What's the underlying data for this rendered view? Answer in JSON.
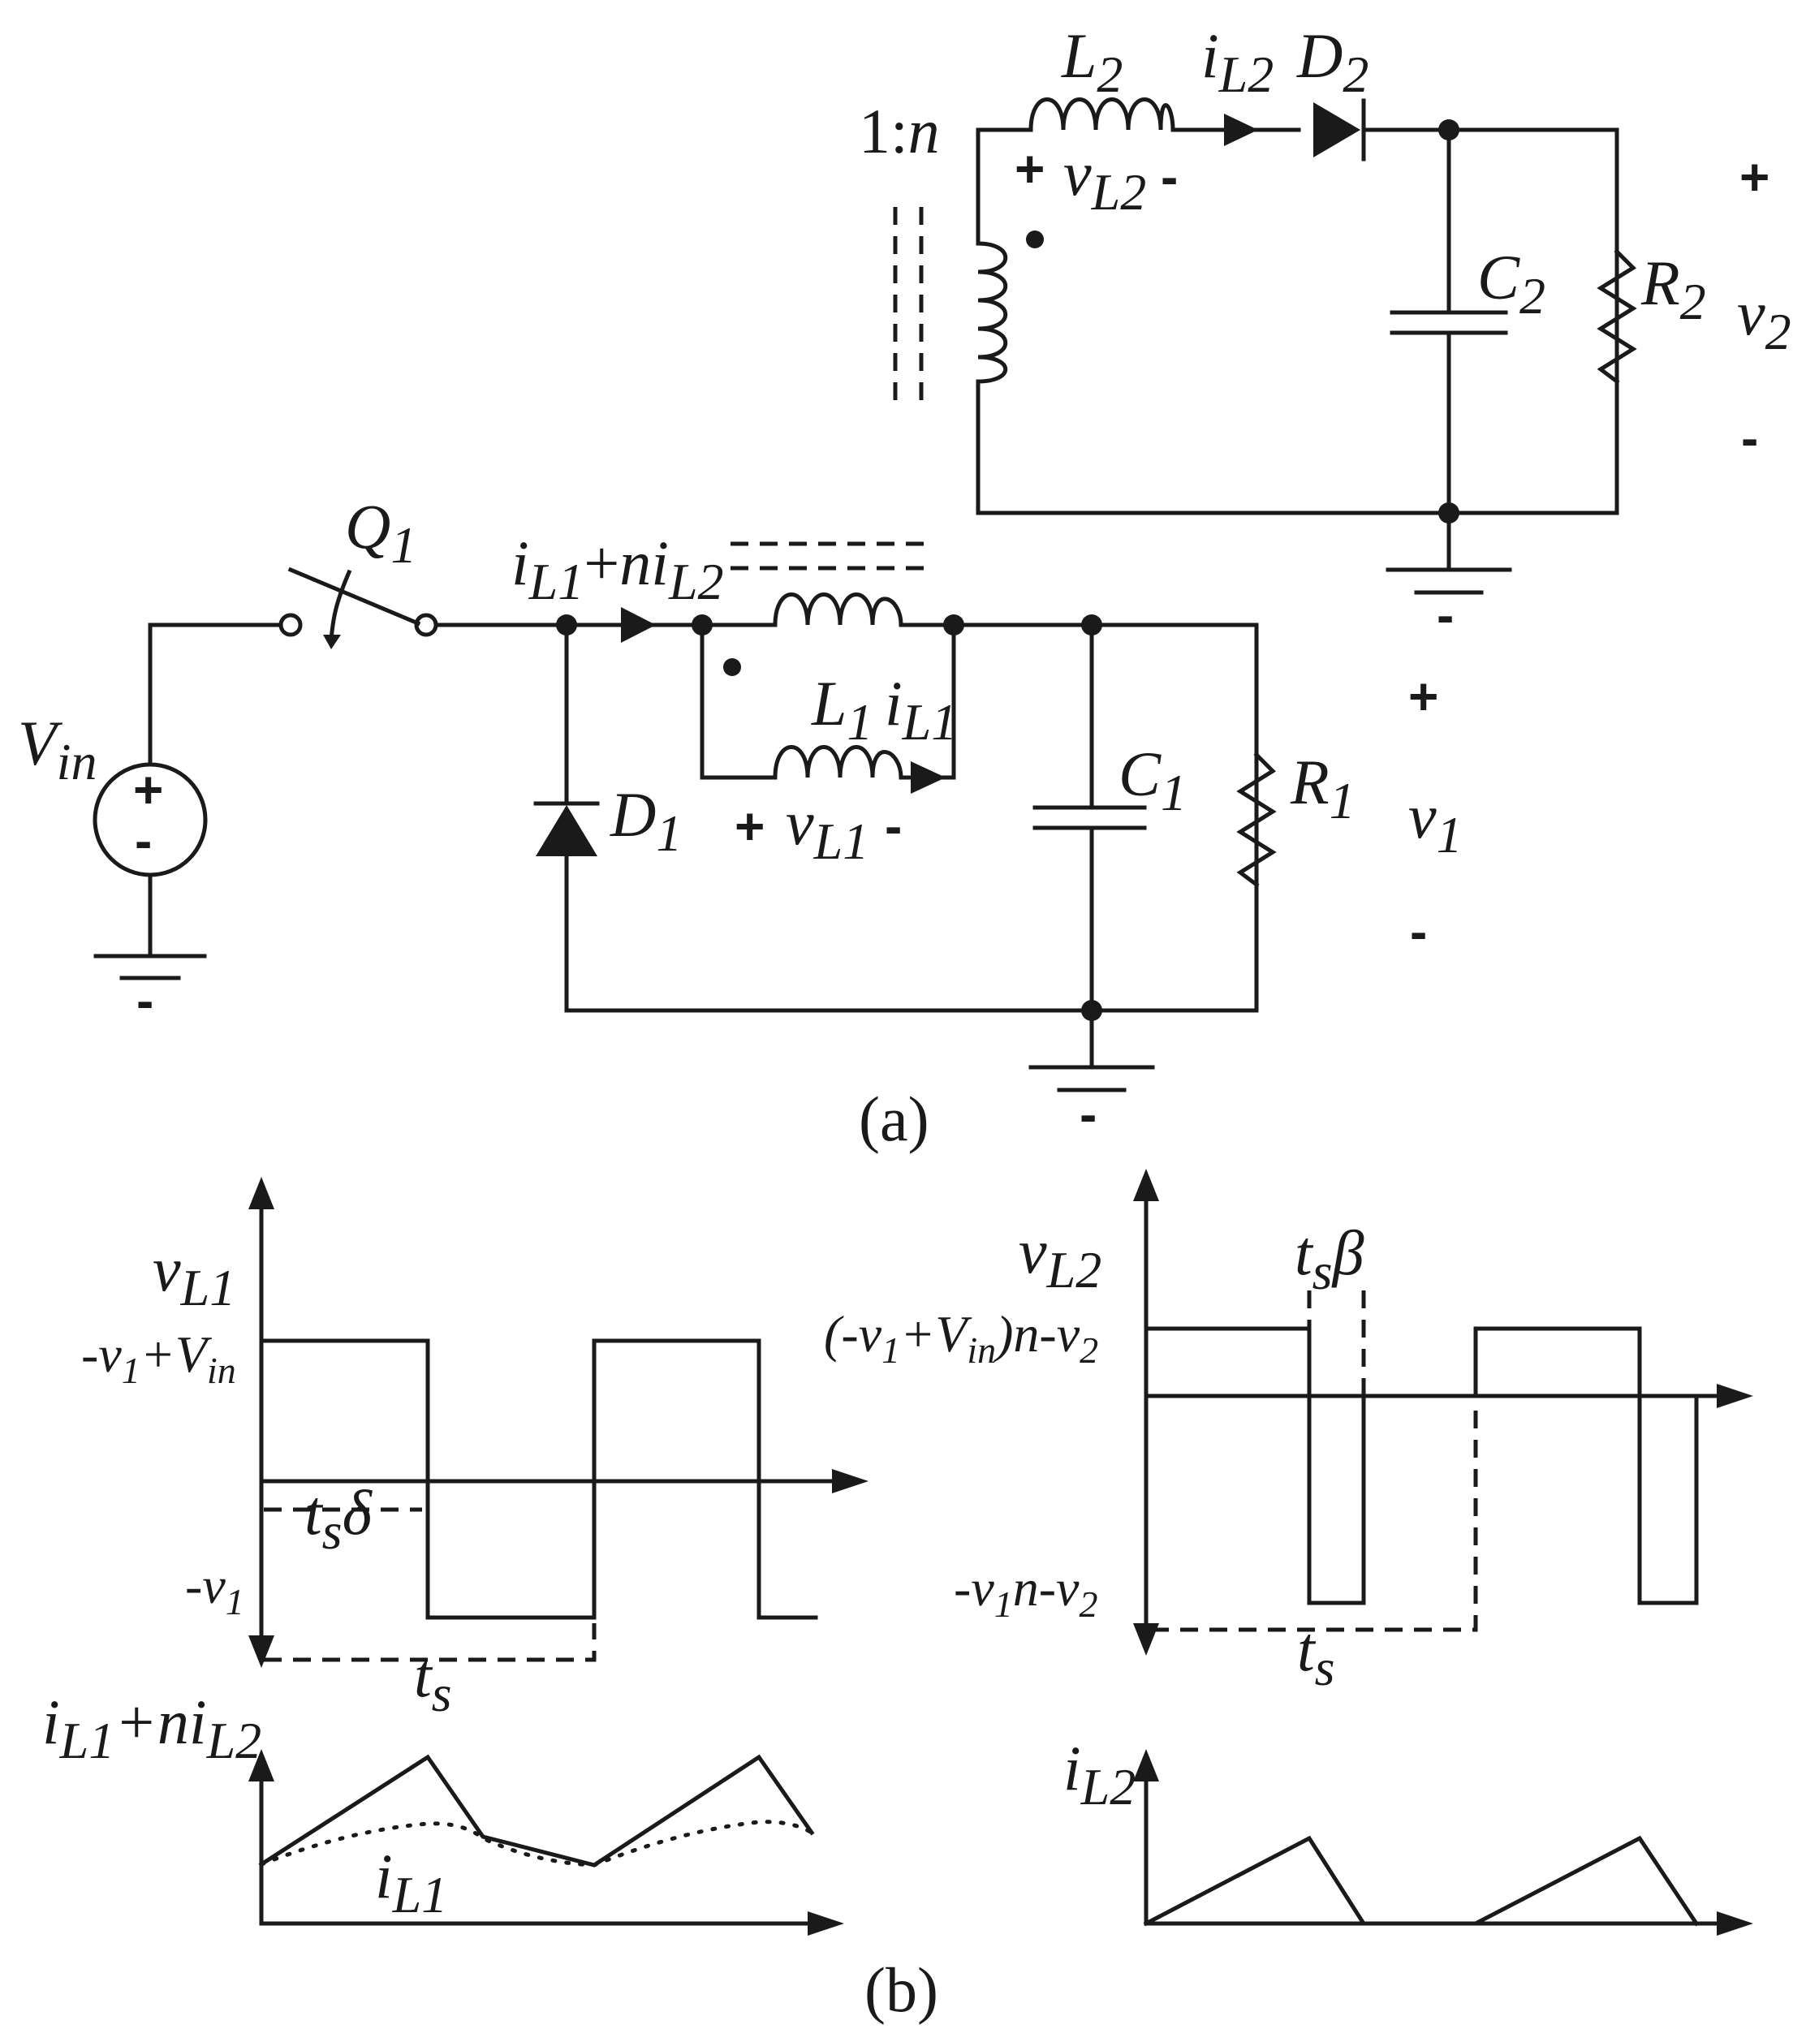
{
  "figure": {
    "caption_a": "(a)",
    "caption_b": "(b)"
  },
  "labels": {
    "turns_ratio": "1:",
    "turns_n": "n",
    "L2": "L",
    "L2_sub": "2",
    "iL2": "i",
    "iL2_sub": "L2",
    "D2": "D",
    "D2_sub": "2",
    "vL2": "v",
    "vL2_sub": "L2",
    "C2": "C",
    "C2_sub": "2",
    "R2": "R",
    "R2_sub": "2",
    "v2": "v",
    "v2_sub": "2",
    "Q1": "Q",
    "Q1_sub": "1",
    "iL1_plus": "i",
    "iL1_plus_sub": "L1",
    "plus_ni": "+",
    "ni": "ni",
    "ni_sub": "L2",
    "Vin": "V",
    "Vin_sub": "in",
    "D1": "D",
    "D1_sub": "1",
    "L1": "L",
    "L1_sub": "1",
    "iL1": "i",
    "iL1_sub": "L1",
    "vL1": "v",
    "vL1_sub": "L1",
    "C1": "C",
    "C1_sub": "1",
    "R1": "R",
    "R1_sub": "1",
    "v1": "v",
    "v1_sub": "1",
    "plus": "+",
    "minus": "-"
  },
  "waveforms": {
    "vL1_axis": "v",
    "vL1_axis_sub": "L1",
    "vL1_high_a": "-v",
    "vL1_high_sub": "1",
    "vL1_high_b": "+V",
    "vL1_high_sub2": "in",
    "vL1_low": "-v",
    "vL1_low_sub": "1",
    "ts_delta": "t",
    "ts_delta_sub": "s",
    "delta": "δ",
    "ts": "t",
    "ts_sub": "s",
    "i_axis": "i",
    "i_axis_sub": "L1",
    "i_axis_plus": "+ni",
    "i_axis_sub2": "L2",
    "iL1_trace": "i",
    "iL1_trace_sub": "L1",
    "vL2_axis": "v",
    "vL2_axis_sub": "L2",
    "ts_beta": "t",
    "ts_beta_sub": "s",
    "beta": "β",
    "vL2_high_a": "(-v",
    "vL2_high_sub": "1",
    "vL2_high_b": "+V",
    "vL2_high_sub2": "in",
    "vL2_high_c": ")n-v",
    "vL2_high_sub3": "2",
    "vL2_low_a": "-v",
    "vL2_low_sub": "1",
    "vL2_low_b": "n-v",
    "vL2_low_sub2": "2",
    "ts2": "t",
    "ts2_sub": "s",
    "iL2_axis": "i",
    "iL2_axis_sub": "L2"
  }
}
